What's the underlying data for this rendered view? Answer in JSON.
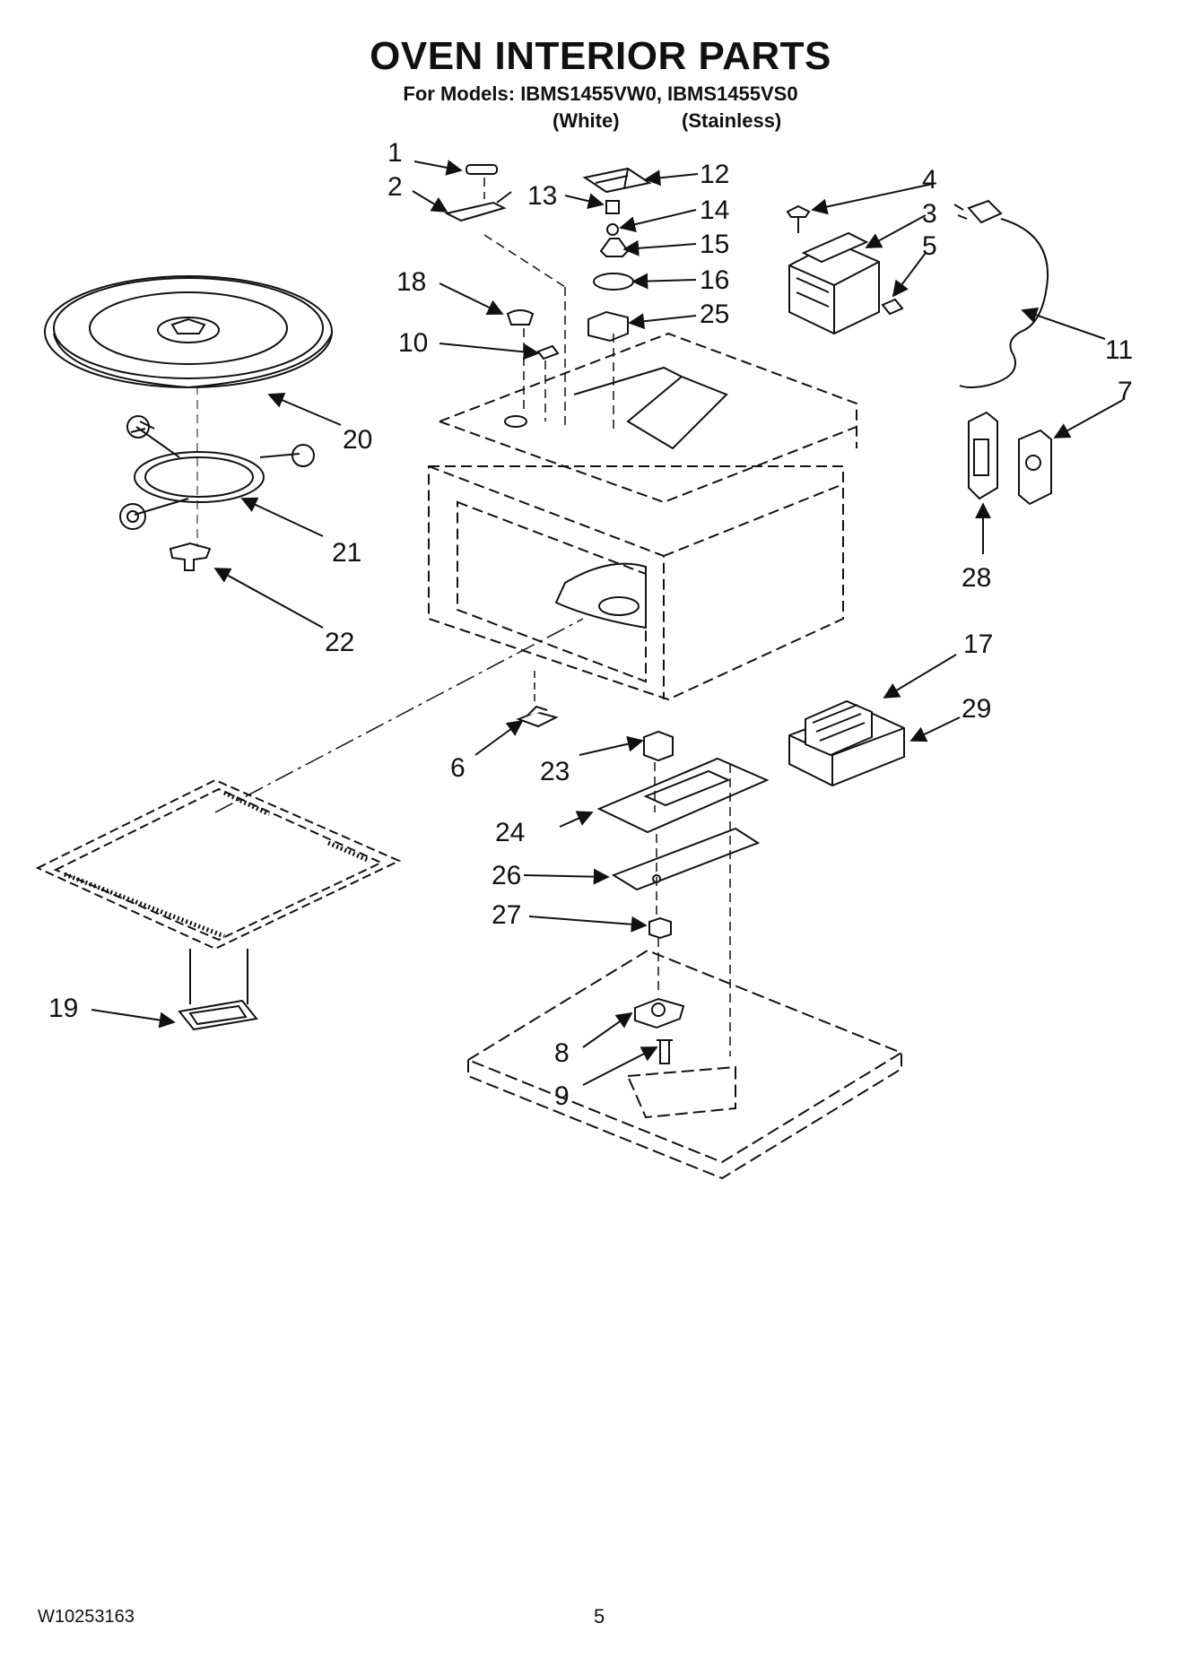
{
  "document": {
    "title": "OVEN INTERIOR PARTS",
    "models_line": "For Models: IBMS1455VW0, IBMS1455VS0",
    "variant_white": "(White)",
    "variant_stainless": "(Stainless)",
    "doc_number": "W10253163",
    "page_number": "5"
  },
  "callouts": [
    "1",
    "2",
    "3",
    "4",
    "5",
    "6",
    "7",
    "8",
    "9",
    "10",
    "11",
    "12",
    "13",
    "14",
    "15",
    "16",
    "17",
    "18",
    "19",
    "20",
    "21",
    "22",
    "23",
    "24",
    "25",
    "26",
    "27",
    "28",
    "29"
  ]
}
